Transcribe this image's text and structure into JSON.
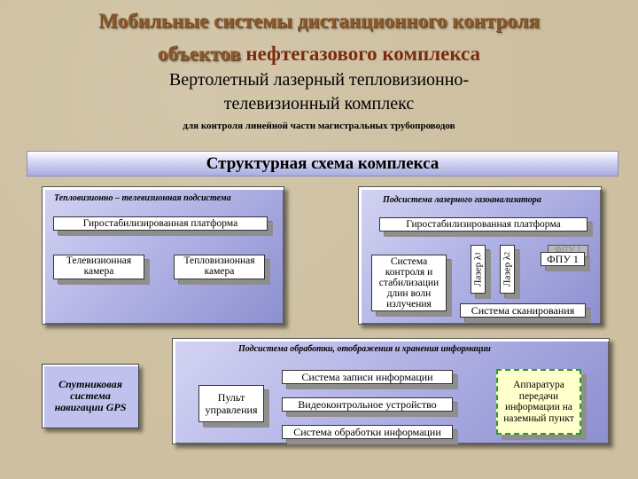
{
  "header": {
    "title_line1": "Мобильные системы дистанционного контроля",
    "title_line2_a": "объектов",
    "title_line2_b": " нефтегазового комплекса",
    "subtitle_line1": "Вертолетный лазерный тепловизионно-",
    "subtitle_line2": "телевизионный комплекс",
    "subtitle_line3": "для контроля  линейной части магистральных трубопроводов"
  },
  "banner": {
    "label": "Структурная схема комплекса"
  },
  "panels": {
    "thermo_tv": {
      "title": "Тепловизионно – телевизионная подсистема",
      "platform": "Гиростабилизированная платформа",
      "tv_camera": "Телевизионная камера",
      "thermal_camera": "Тепловизионная камера"
    },
    "laser": {
      "title": "Подсистема лазерного газоанализатора",
      "platform": "Гиростабилизированная платформа",
      "control_system": "Система контроля и стабилизации длин волн излучения",
      "laser1": "Лазер λ",
      "laser1_sub": "1",
      "laser2": "Лазер λ",
      "laser2_sub": "2",
      "fpu": "ФПУ 1",
      "fpu_shadow": "ФПУ 1",
      "scan_system": "Система сканирования"
    },
    "processing": {
      "title": "Подсистема обработки, отображения и хранения информации",
      "control_panel": "Пульт управления",
      "recording": "Система записи информации",
      "video": "Видеоконтрольное устройство",
      "info_processing": "Система обработки информации",
      "transmit": "Аппаратура передачи информации на наземный пункт"
    },
    "gps": {
      "label": "Спутниковая система навигации GPS"
    }
  },
  "colors": {
    "title_brown": "#8a5a2c",
    "panel_blue": "#b7b8e8",
    "transmit_border": "#2c9a2c",
    "transmit_fill": "#ffffcc"
  }
}
